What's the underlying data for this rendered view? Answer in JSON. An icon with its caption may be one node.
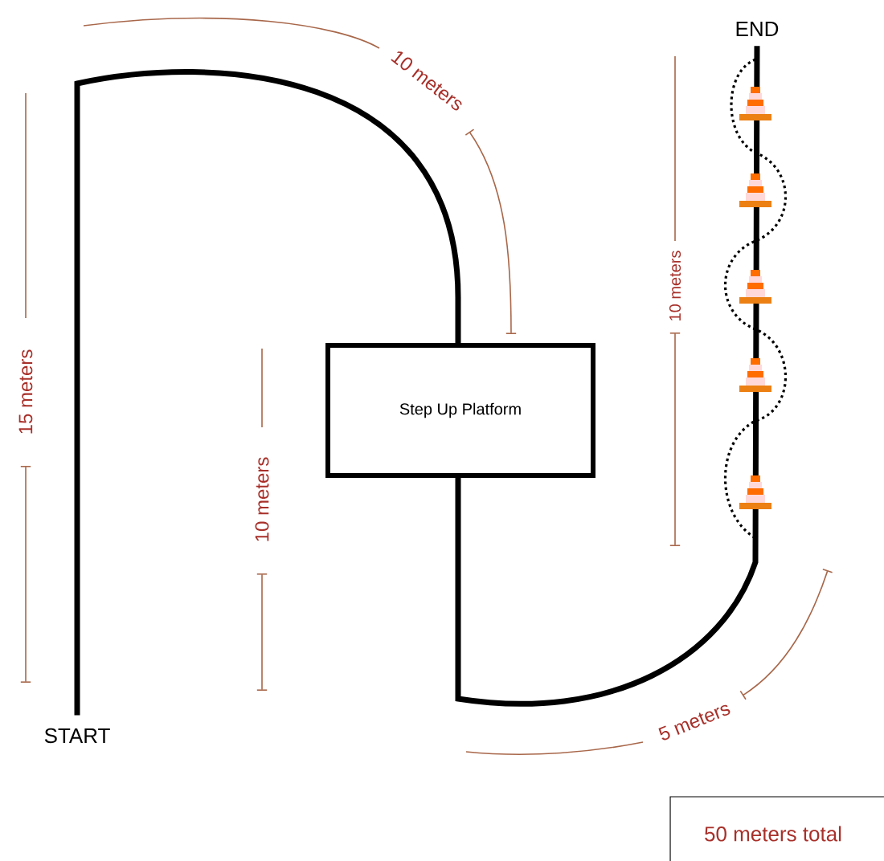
{
  "diagram": {
    "nodes": [
      {
        "text": [
          "START"
        ]
      },
      {
        "text": [
          "Step Up Platform"
        ]
      },
      {
        "text": [
          "END"
        ]
      }
    ],
    "edges": [
      {
        "from": 0,
        "to": 1,
        "arrow": "none"
      },
      {
        "from": 1,
        "to": 2,
        "arrow": "none"
      }
    ],
    "labels": [
      "10 meters",
      "15 meters",
      "10 meters",
      "10 meters",
      "5 meters",
      "50 meters total"
    ]
  }
}
